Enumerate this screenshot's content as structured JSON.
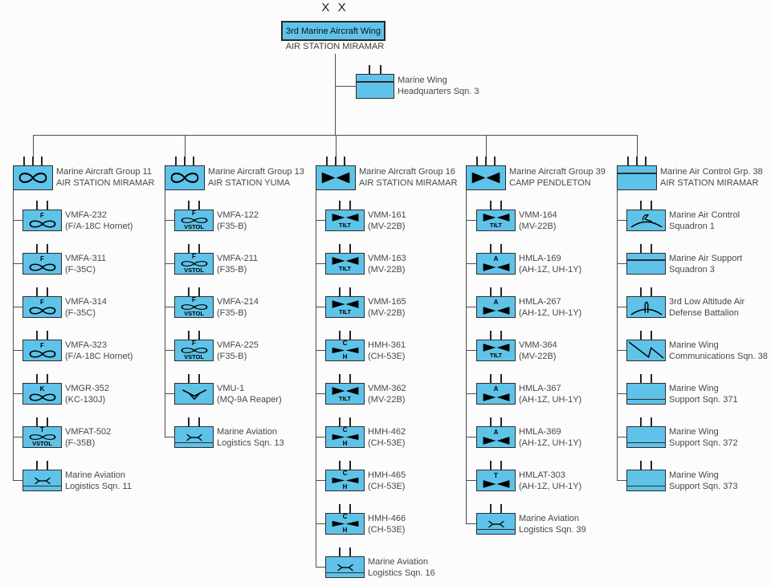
{
  "wing": {
    "echelon": "X X",
    "name": "3rd Marine Aircraft Wing",
    "location": "AIR STATION MIRAMAR"
  },
  "hq": {
    "line1": "Marine Wing",
    "line2": "Headquarters Sqn. 3",
    "icon": "hq-top-band"
  },
  "colors": {
    "box_fill": "#5fc3e9",
    "box_border": "#2d2d2d",
    "connector": "#4e4e4e",
    "text": "#474747",
    "icon": "#000000",
    "background": "#fcfcfc"
  },
  "groups": [
    {
      "name": "Marine Aircraft Group 11",
      "location": "AIR STATION MIRAMAR",
      "icon": "fixed-wing",
      "units": [
        {
          "name": "VMFA-232",
          "detail": "(F/A-18C Hornet)",
          "icon": "fixed-wing",
          "top": "F"
        },
        {
          "name": "VMFA-311",
          "detail": "(F-35C)",
          "icon": "fixed-wing",
          "top": "F"
        },
        {
          "name": "VMFA-314",
          "detail": "(F-35C)",
          "icon": "fixed-wing",
          "top": "F"
        },
        {
          "name": "VMFA-323",
          "detail": "(F/A-18C Hornet)",
          "icon": "fixed-wing",
          "top": "F"
        },
        {
          "name": "VMGR-352",
          "detail": "(KC-130J)",
          "icon": "fixed-wing",
          "top": "K"
        },
        {
          "name": "VMFAT-502",
          "detail": "(F-35B)",
          "icon": "fixed-wing",
          "top": "T",
          "bottom": "VSTOL"
        },
        {
          "name": "Marine Aviation",
          "detail": "Logistics Sqn. 11",
          "icon": "maintenance",
          "band": "bottom"
        }
      ]
    },
    {
      "name": "Marine Aircraft Group 13",
      "location": "AIR STATION YUMA",
      "icon": "fixed-wing",
      "units": [
        {
          "name": "VMFA-122",
          "detail": "(F35-B)",
          "icon": "fixed-wing",
          "top": "F",
          "bottom": "VSTOL"
        },
        {
          "name": "VMFA-211",
          "detail": "(F35-B)",
          "icon": "fixed-wing",
          "top": "F",
          "bottom": "VSTOL"
        },
        {
          "name": "VMFA-214",
          "detail": "(F35-B)",
          "icon": "fixed-wing",
          "top": "F",
          "bottom": "VSTOL"
        },
        {
          "name": "VMFA-225",
          "detail": "(F35-B)",
          "icon": "fixed-wing",
          "top": "F",
          "bottom": "VSTOL"
        },
        {
          "name": "VMU-1",
          "detail": "(MQ-9A Reaper)",
          "icon": "uav"
        },
        {
          "name": "Marine Aviation",
          "detail": "Logistics Sqn. 13",
          "icon": "maintenance",
          "band": "bottom"
        }
      ]
    },
    {
      "name": "Marine Aircraft Group 16",
      "location": "AIR STATION MIRAMAR",
      "icon": "rotary",
      "units": [
        {
          "name": "VMM-161",
          "detail": "(MV-22B)",
          "icon": "rotary",
          "bottom": "TILT"
        },
        {
          "name": "VMM-163",
          "detail": "(MV-22B)",
          "icon": "rotary",
          "bottom": "TILT"
        },
        {
          "name": "VMM-165",
          "detail": "(MV-22B)",
          "icon": "rotary",
          "bottom": "TILT"
        },
        {
          "name": "HMH-361",
          "detail": "(CH-53E)",
          "icon": "rotary",
          "top": "C",
          "bottom": "H"
        },
        {
          "name": "VMM-362",
          "detail": "(MV-22B)",
          "icon": "rotary",
          "bottom": "TILT"
        },
        {
          "name": "HMH-462",
          "detail": "(CH-53E)",
          "icon": "rotary",
          "top": "C",
          "bottom": "H"
        },
        {
          "name": "HMH-465",
          "detail": "(CH-53E)",
          "icon": "rotary",
          "top": "C",
          "bottom": "H"
        },
        {
          "name": "HMH-466",
          "detail": "(CH-53E)",
          "icon": "rotary",
          "top": "C",
          "bottom": "H"
        },
        {
          "name": "Marine Aviation",
          "detail": "Logistics Sqn. 16",
          "icon": "maintenance",
          "band": "bottom"
        }
      ]
    },
    {
      "name": "Marine Aircraft Group 39",
      "location": "CAMP PENDLETON",
      "icon": "rotary",
      "units": [
        {
          "name": "VMM-164",
          "detail": "(MV-22B)",
          "icon": "rotary",
          "bottom": "TILT"
        },
        {
          "name": "HMLA-169",
          "detail": "(AH-1Z, UH-1Y)",
          "icon": "rotary",
          "top": "A"
        },
        {
          "name": "HMLA-267",
          "detail": "(AH-1Z, UH-1Y)",
          "icon": "rotary",
          "top": "A"
        },
        {
          "name": "VMM-364",
          "detail": "(MV-22B)",
          "icon": "rotary",
          "bottom": "TILT"
        },
        {
          "name": "HMLA-367",
          "detail": "(AH-1Z, UH-1Y)",
          "icon": "rotary",
          "top": "A"
        },
        {
          "name": "HMLA-369",
          "detail": "(AH-1Z, UH-1Y)",
          "icon": "rotary",
          "top": "A"
        },
        {
          "name": "HMLAT-303",
          "detail": "(AH-1Z, UH-1Y)",
          "icon": "rotary",
          "top": "T"
        },
        {
          "name": "Marine Aviation",
          "detail": "Logistics Sqn. 39",
          "icon": "maintenance",
          "band": "bottom"
        }
      ]
    },
    {
      "name": "Marine Air Control Grp. 38",
      "location": "AIR STATION MIRAMAR",
      "icon": "none",
      "band": "top",
      "units": [
        {
          "name": "Marine Air Control",
          "detail": "Squadron 1",
          "icon": "air-control"
        },
        {
          "name": "Marine Air Support",
          "detail": "Squadron 3",
          "icon": "none",
          "band": "top"
        },
        {
          "name": "3rd Low Altitude Air",
          "detail": "Defense Battalion",
          "icon": "air-defense"
        },
        {
          "name": "Marine Wing",
          "detail": "Communications Sqn. 38",
          "icon": "comms"
        },
        {
          "name": "Marine Wing",
          "detail": "Support Sqn. 371",
          "icon": "none",
          "band": "bottom"
        },
        {
          "name": "Marine Wing",
          "detail": "Support Sqn. 372",
          "icon": "none",
          "band": "bottom"
        },
        {
          "name": "Marine Wing",
          "detail": "Support Sqn. 373",
          "icon": "none",
          "band": "bottom"
        }
      ]
    }
  ]
}
